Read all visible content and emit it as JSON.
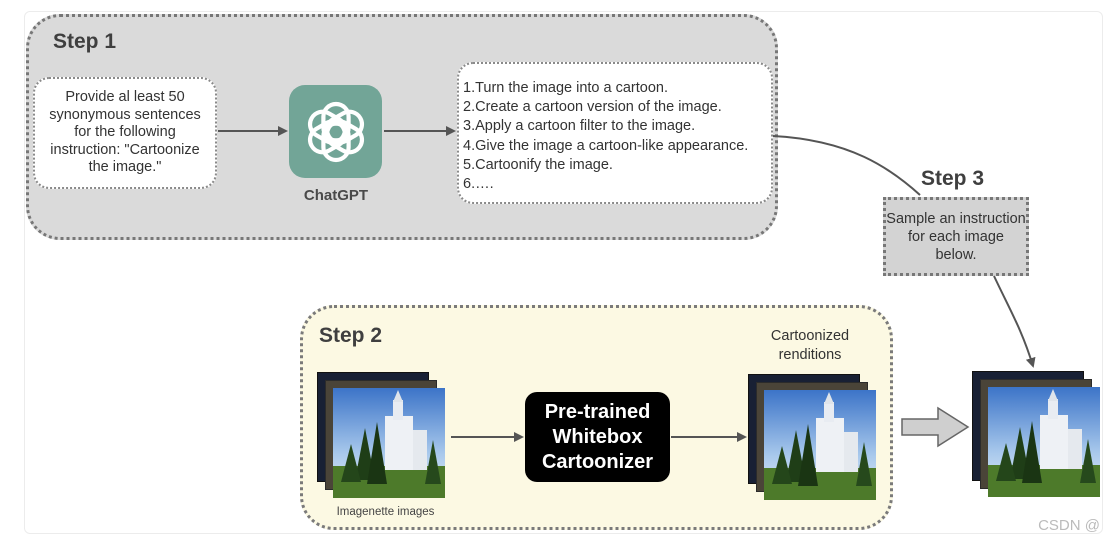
{
  "step1": {
    "label": "Step 1",
    "prompt_text": "Provide al least 50 synonymous sentences for the following instruction: \"Cartoonize the image.\"",
    "model_name": "ChatGPT",
    "output_lines": [
      "1.Turn the image into a cartoon.",
      "2.Create a cartoon version of the image.",
      "3.Apply a cartoon filter to the image.",
      "4.Give the image a cartoon-like appearance.",
      "5.Cartoonify the image.",
      "6.…."
    ]
  },
  "step2": {
    "label": "Step 2",
    "input_caption": "Imagenette images",
    "model_label": "Pre-trained Whitebox Cartoonizer",
    "output_caption": "Cartoonized renditions"
  },
  "step3": {
    "label": "Step 3",
    "sample_text": "Sample an instruction for each image below."
  },
  "watermark": "CSDN @",
  "colors": {
    "step1_panel": "#dadada",
    "step2_panel": "#fcf9e3",
    "chatgpt_tile": "#72a597",
    "model_box": "#000000",
    "arrow": "#555555"
  },
  "icons": [
    "openai-logo-icon",
    "photo-stack-icon",
    "block-arrow-icon"
  ]
}
